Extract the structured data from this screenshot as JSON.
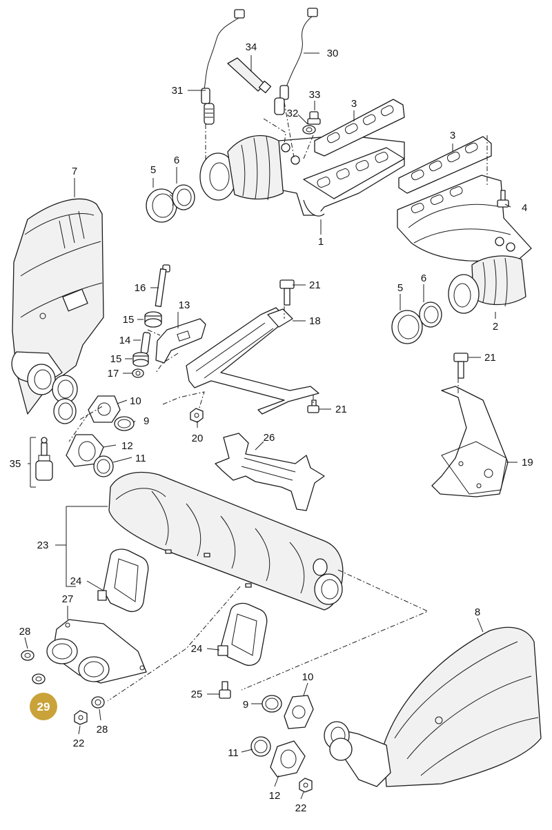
{
  "diagram": {
    "highlight_color": "#c9a23a",
    "highlighted_callout": "29",
    "callouts": [
      {
        "id": "c1",
        "label": "1"
      },
      {
        "id": "c2",
        "label": "2"
      },
      {
        "id": "c3a",
        "label": "3"
      },
      {
        "id": "c3b",
        "label": "3"
      },
      {
        "id": "c4",
        "label": "4"
      },
      {
        "id": "c5a",
        "label": "5"
      },
      {
        "id": "c5b",
        "label": "5"
      },
      {
        "id": "c6a",
        "label": "6"
      },
      {
        "id": "c6b",
        "label": "6"
      },
      {
        "id": "c7",
        "label": "7"
      },
      {
        "id": "c8",
        "label": "8"
      },
      {
        "id": "c9a",
        "label": "9"
      },
      {
        "id": "c9b",
        "label": "9"
      },
      {
        "id": "c10a",
        "label": "10"
      },
      {
        "id": "c10b",
        "label": "10"
      },
      {
        "id": "c11a",
        "label": "11"
      },
      {
        "id": "c11b",
        "label": "11"
      },
      {
        "id": "c12a",
        "label": "12"
      },
      {
        "id": "c12b",
        "label": "12"
      },
      {
        "id": "c13",
        "label": "13"
      },
      {
        "id": "c14",
        "label": "14"
      },
      {
        "id": "c15a",
        "label": "15"
      },
      {
        "id": "c15b",
        "label": "15"
      },
      {
        "id": "c16",
        "label": "16"
      },
      {
        "id": "c17",
        "label": "17"
      },
      {
        "id": "c18",
        "label": "18"
      },
      {
        "id": "c19",
        "label": "19"
      },
      {
        "id": "c20",
        "label": "20"
      },
      {
        "id": "c21a",
        "label": "21"
      },
      {
        "id": "c21b",
        "label": "21"
      },
      {
        "id": "c21c",
        "label": "21"
      },
      {
        "id": "c22a",
        "label": "22"
      },
      {
        "id": "c22b",
        "label": "22"
      },
      {
        "id": "c23",
        "label": "23"
      },
      {
        "id": "c24a",
        "label": "24"
      },
      {
        "id": "c24b",
        "label": "24"
      },
      {
        "id": "c25",
        "label": "25"
      },
      {
        "id": "c26",
        "label": "26"
      },
      {
        "id": "c27",
        "label": "27"
      },
      {
        "id": "c28a",
        "label": "28"
      },
      {
        "id": "c28b",
        "label": "28"
      },
      {
        "id": "c29",
        "label": "29"
      },
      {
        "id": "c30",
        "label": "30"
      },
      {
        "id": "c31",
        "label": "31"
      },
      {
        "id": "c32",
        "label": "32"
      },
      {
        "id": "c33",
        "label": "33"
      },
      {
        "id": "c34",
        "label": "34"
      },
      {
        "id": "c35",
        "label": "35"
      }
    ]
  }
}
